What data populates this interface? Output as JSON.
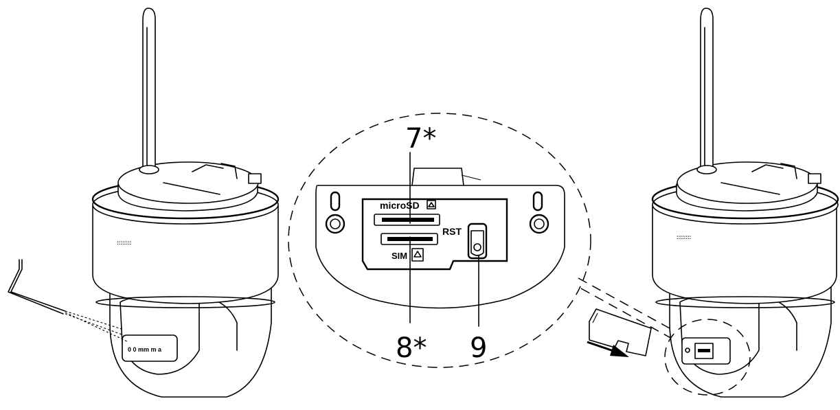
{
  "callouts": {
    "microsd_slot": "7*",
    "sim_slot": "8*",
    "reset_button": "9"
  },
  "port_panel_labels": {
    "microsd": "microSD",
    "sim": "SIM",
    "reset": "RST"
  },
  "colors": {
    "line": "#000000",
    "background": "#ffffff"
  }
}
